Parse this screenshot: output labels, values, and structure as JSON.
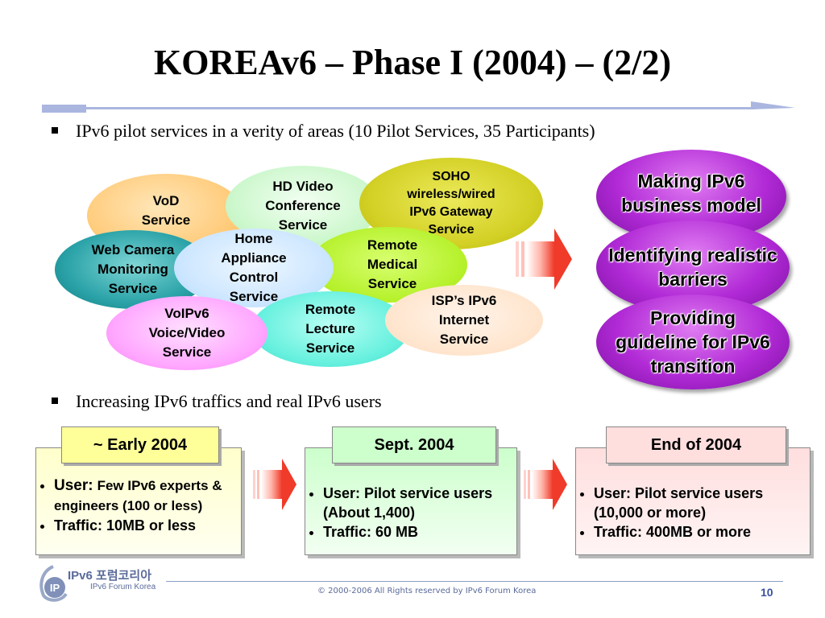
{
  "title": "KOREAv6 – Phase I (2004) – (2/2)",
  "bullets": {
    "first": "IPv6 pilot services in a verity of areas (10 Pilot Services, 35 Participants)",
    "second": "Increasing IPv6 traffics and real IPv6 users"
  },
  "services": {
    "vod": "VoD Service",
    "hd_video": "HD Video Conference Service",
    "soho": "SOHO wireless/wired IPv6 Gateway Service",
    "web_camera": "Web Camera Monitoring Service",
    "home_appliance": "Home Appliance Control Service",
    "remote_medical": "Remote Medical Service",
    "voip": "VoIPv6 Voice/Video Service",
    "remote_lecture": "Remote Lecture Service",
    "isp": "ISP’s IPv6 Internet Service"
  },
  "goals": {
    "business_model": "Making IPv6 business model",
    "barriers": "Identifying realistic barriers",
    "guideline": "Providing guideline for IPv6 transition"
  },
  "timeline": {
    "early": {
      "label": "~ Early 2004",
      "user_prefix": "User:",
      "user_text": "Few IPv6 experts  & engineers (100 or less)",
      "traffic": "Traffic: 10MB or less"
    },
    "sept": {
      "label": "Sept.  2004",
      "user": "User: Pilot service users (About 1,400)",
      "traffic": "Traffic: 60 MB"
    },
    "end": {
      "label": "End of 2004",
      "user": "User: Pilot service users (10,000 or more)",
      "traffic": "Traffic: 400MB or more"
    }
  },
  "footer": {
    "logo_korean": "IPv6 포럼코리아",
    "logo_english": "IPv6 Forum Korea",
    "copyright": "© 2000-2006 All Rights reserved by IPv6 Forum Korea",
    "page_number": "10"
  },
  "colors": {
    "accent_blue": "#aab6e0",
    "arrow_red": "#f03a2a",
    "purple": "#b12ad6"
  }
}
